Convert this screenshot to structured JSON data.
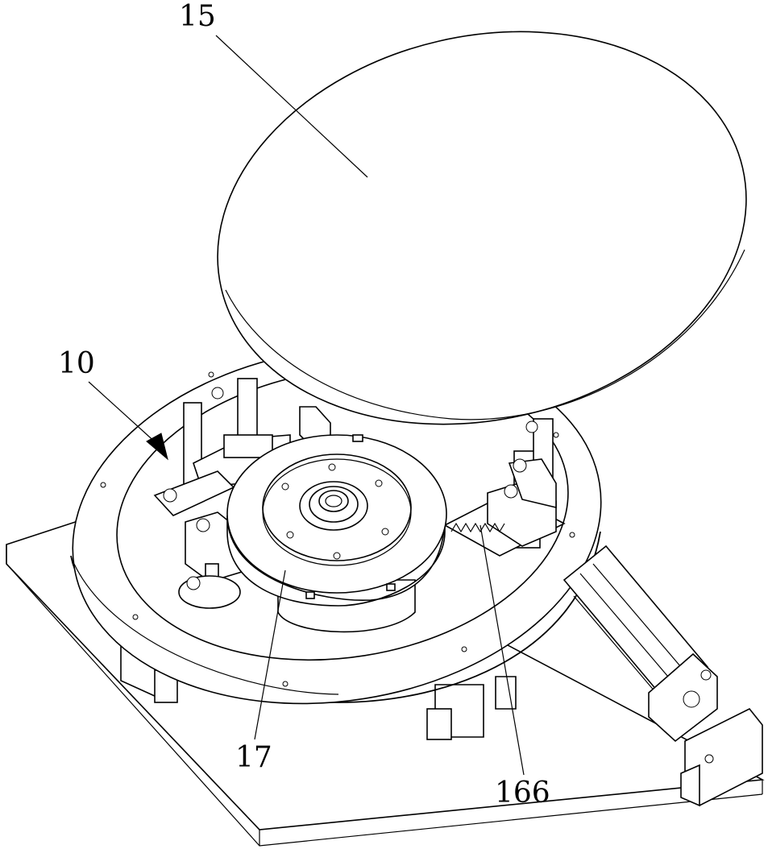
{
  "figure": {
    "labels": {
      "part_15": "15",
      "part_10": "10",
      "part_17": "17",
      "part_166": "166"
    },
    "colors": {
      "line": "#000000",
      "background": "#ffffff"
    }
  }
}
